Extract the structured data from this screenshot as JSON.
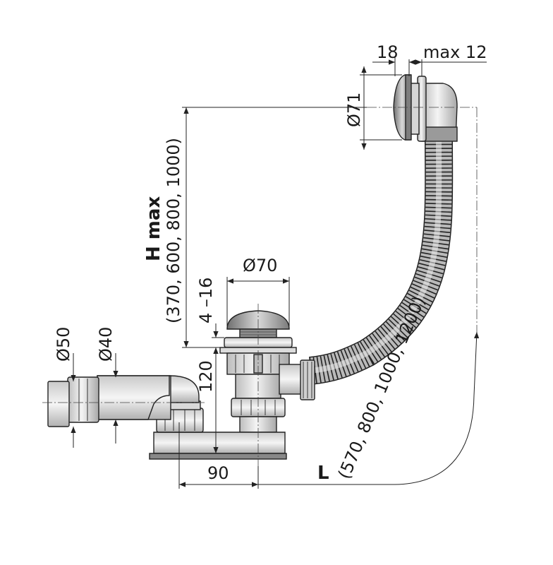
{
  "labels": {
    "dim_18": "18",
    "dim_max12": "max 12",
    "dim_d71": "Ø71",
    "dim_d70": "Ø70",
    "dim_d50": "Ø50",
    "dim_d40": "Ø40",
    "dim_4_16": "4 –16",
    "dim_120": "120",
    "dim_90": "90",
    "h_max": "H max",
    "h_values": "(370, 600, 800, 1000)",
    "l_label": "L",
    "l_values": "(570, 800, 1000, 1200)"
  },
  "colors": {
    "line": "#222222",
    "fill_light": "#e8e8e8",
    "fill_mid": "#c8c8c8",
    "fill_dark": "#8a8a8a"
  }
}
